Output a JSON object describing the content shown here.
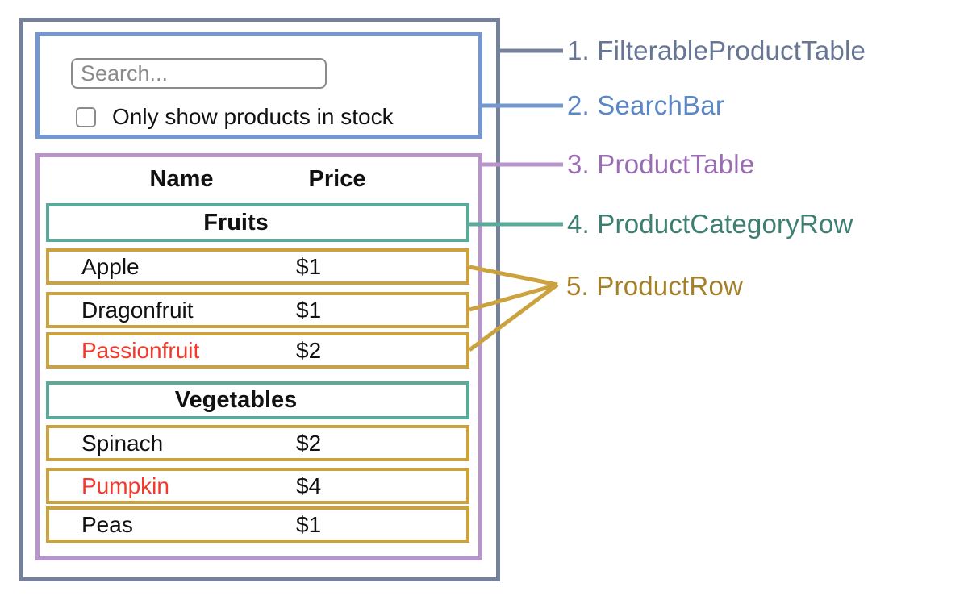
{
  "annotations": {
    "items": [
      {
        "label": "1. FilterableProductTable",
        "color": "#75809b"
      },
      {
        "label": "2. SearchBar",
        "color": "#7397ce"
      },
      {
        "label": "3. ProductTable",
        "color": "#b795cb"
      },
      {
        "label": "4. ProductCategoryRow",
        "color": "#5ba998"
      },
      {
        "label": "5. ProductRow",
        "color": "#cba23d"
      }
    ]
  },
  "search": {
    "placeholder": "Search...",
    "checkbox_label": "Only show products in stock",
    "checkbox_checked": false
  },
  "table": {
    "headers": {
      "name": "Name",
      "price": "Price"
    },
    "sections": [
      {
        "category": "Fruits",
        "rows": [
          {
            "name": "Apple",
            "price": "$1",
            "out_of_stock": false
          },
          {
            "name": "Dragonfruit",
            "price": "$1",
            "out_of_stock": false
          },
          {
            "name": "Passionfruit",
            "price": "$2",
            "out_of_stock": true
          }
        ]
      },
      {
        "category": "Vegetables",
        "rows": [
          {
            "name": "Spinach",
            "price": "$2",
            "out_of_stock": false
          },
          {
            "name": "Pumpkin",
            "price": "$4",
            "out_of_stock": true
          },
          {
            "name": "Peas",
            "price": "$1",
            "out_of_stock": false
          }
        ]
      }
    ]
  },
  "colors": {
    "filterable_product_table": "#75809b",
    "search_bar": "#7397ce",
    "product_table": "#b795cb",
    "product_category_row": "#5ba998",
    "product_row": "#cba23d",
    "label_filterable_product_table": "#667694",
    "label_search_bar": "#5b87c6",
    "label_product_table": "#9a6cb4",
    "label_product_category_row": "#3d7f71",
    "label_product_row": "#a5802b",
    "out_of_stock_text": "#f4392b"
  }
}
